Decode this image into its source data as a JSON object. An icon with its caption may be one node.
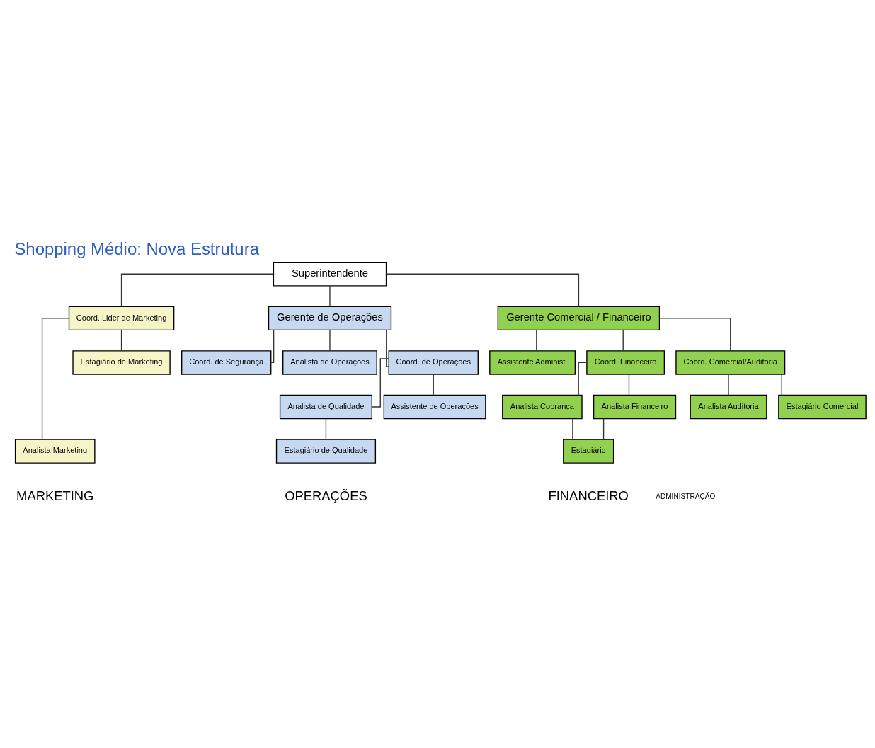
{
  "diagram": {
    "title": "Shopping Médio: Nova Estrutura",
    "nodes": [
      {
        "text": [
          "Superintendente"
        ]
      },
      {
        "text": [
          "Coord. Lider de Marketing"
        ]
      },
      {
        "text": [
          "Analista Marketing"
        ]
      },
      {
        "text": [
          "Estagiário de Marketing"
        ]
      },
      {
        "text": [
          "Gerente de Operações"
        ]
      },
      {
        "text": [
          "Coord. de Segurança"
        ]
      },
      {
        "text": [
          "Analista de Operações"
        ]
      },
      {
        "text": [
          "Coord. de Operações"
        ]
      },
      {
        "text": [
          "Analista de Qualidade"
        ]
      },
      {
        "text": [
          "Assistente de Operações"
        ]
      },
      {
        "text": [
          "Estagiário de Qualidade"
        ]
      },
      {
        "text": [
          "Gerente Comercial / Financeiro"
        ]
      },
      {
        "text": [
          "Assistente Administ."
        ]
      },
      {
        "text": [
          "Coord. Financeiro"
        ]
      },
      {
        "text": [
          "Coord. Comercial/Auditoria"
        ]
      },
      {
        "text": [
          "Analista Cobrança"
        ]
      },
      {
        "text": [
          "Analista Financeiro"
        ]
      },
      {
        "text": [
          "Estagiário"
        ]
      },
      {
        "text": [
          "Analista Auditoria"
        ]
      },
      {
        "text": [
          "Estagiário Comercial"
        ]
      }
    ],
    "edges": [
      {
        "from": 0,
        "to": 1,
        "arrow": "none"
      },
      {
        "from": 0,
        "to": 4,
        "arrow": "none"
      },
      {
        "from": 0,
        "to": 11,
        "arrow": "none"
      },
      {
        "from": 1,
        "to": 2,
        "arrow": "none"
      },
      {
        "from": 1,
        "to": 3,
        "arrow": "none"
      },
      {
        "from": 4,
        "to": 5,
        "arrow": "none"
      },
      {
        "from": 4,
        "to": 6,
        "arrow": "none"
      },
      {
        "from": 4,
        "to": 7,
        "arrow": "none"
      },
      {
        "from": 7,
        "to": 8,
        "arrow": "none"
      },
      {
        "from": 7,
        "to": 9,
        "arrow": "none"
      },
      {
        "from": 8,
        "to": 10,
        "arrow": "none"
      },
      {
        "from": 11,
        "to": 12,
        "arrow": "none"
      },
      {
        "from": 11,
        "to": 13,
        "arrow": "none"
      },
      {
        "from": 11,
        "to": 14,
        "arrow": "none"
      },
      {
        "from": 13,
        "to": 15,
        "arrow": "none"
      },
      {
        "from": 13,
        "to": 16,
        "arrow": "none"
      },
      {
        "from": 15,
        "to": 17,
        "arrow": "none"
      },
      {
        "from": 16,
        "to": 17,
        "arrow": "none"
      },
      {
        "from": 14,
        "to": 18,
        "arrow": "none"
      },
      {
        "from": 14,
        "to": 19,
        "arrow": "none"
      }
    ],
    "labels": [
      "ADMINISTRAÇÃO",
      "MARKETING",
      "OPERAÇÕES",
      "FINANCEIRO"
    ]
  }
}
